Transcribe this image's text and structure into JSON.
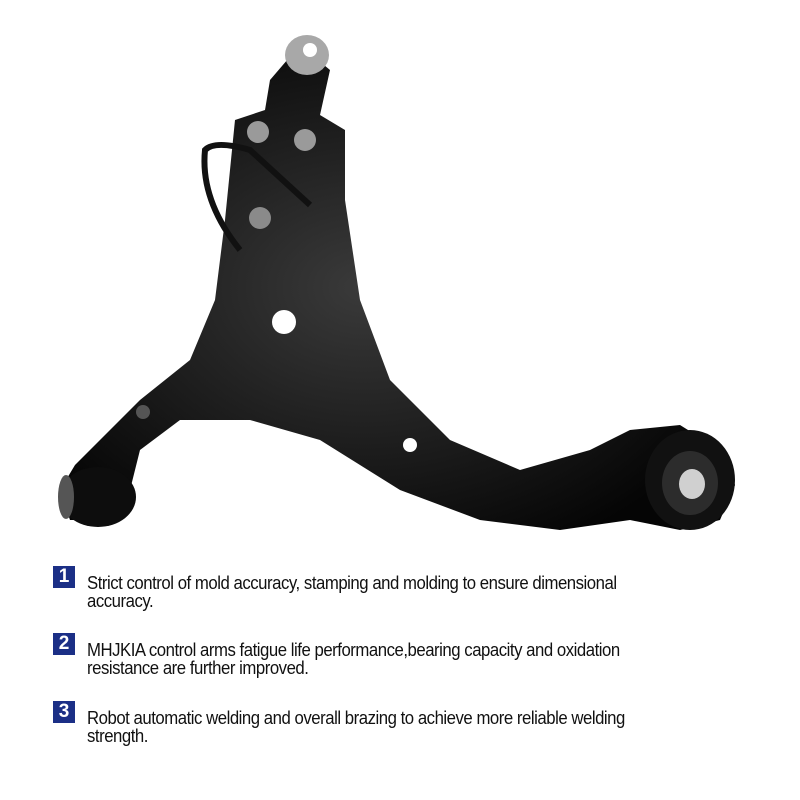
{
  "product_image": {
    "alt_subject": "control-arm",
    "color": "#0b0b0b"
  },
  "features": [
    {
      "number": "1",
      "lines": [
        "Strict control of mold accuracy, stamping and molding to ensure dimensional",
        "accuracy."
      ]
    },
    {
      "number": "2",
      "lines": [
        "MHJKIA control arms fatigue life performance,bearing capacity and oxidation",
        "resistance are further improved."
      ]
    },
    {
      "number": "3",
      "lines": [
        "Robot automatic welding and overall brazing to achieve more reliable welding",
        "strength."
      ]
    }
  ],
  "colors": {
    "badge": "#1b2f86",
    "text": "#111111"
  }
}
